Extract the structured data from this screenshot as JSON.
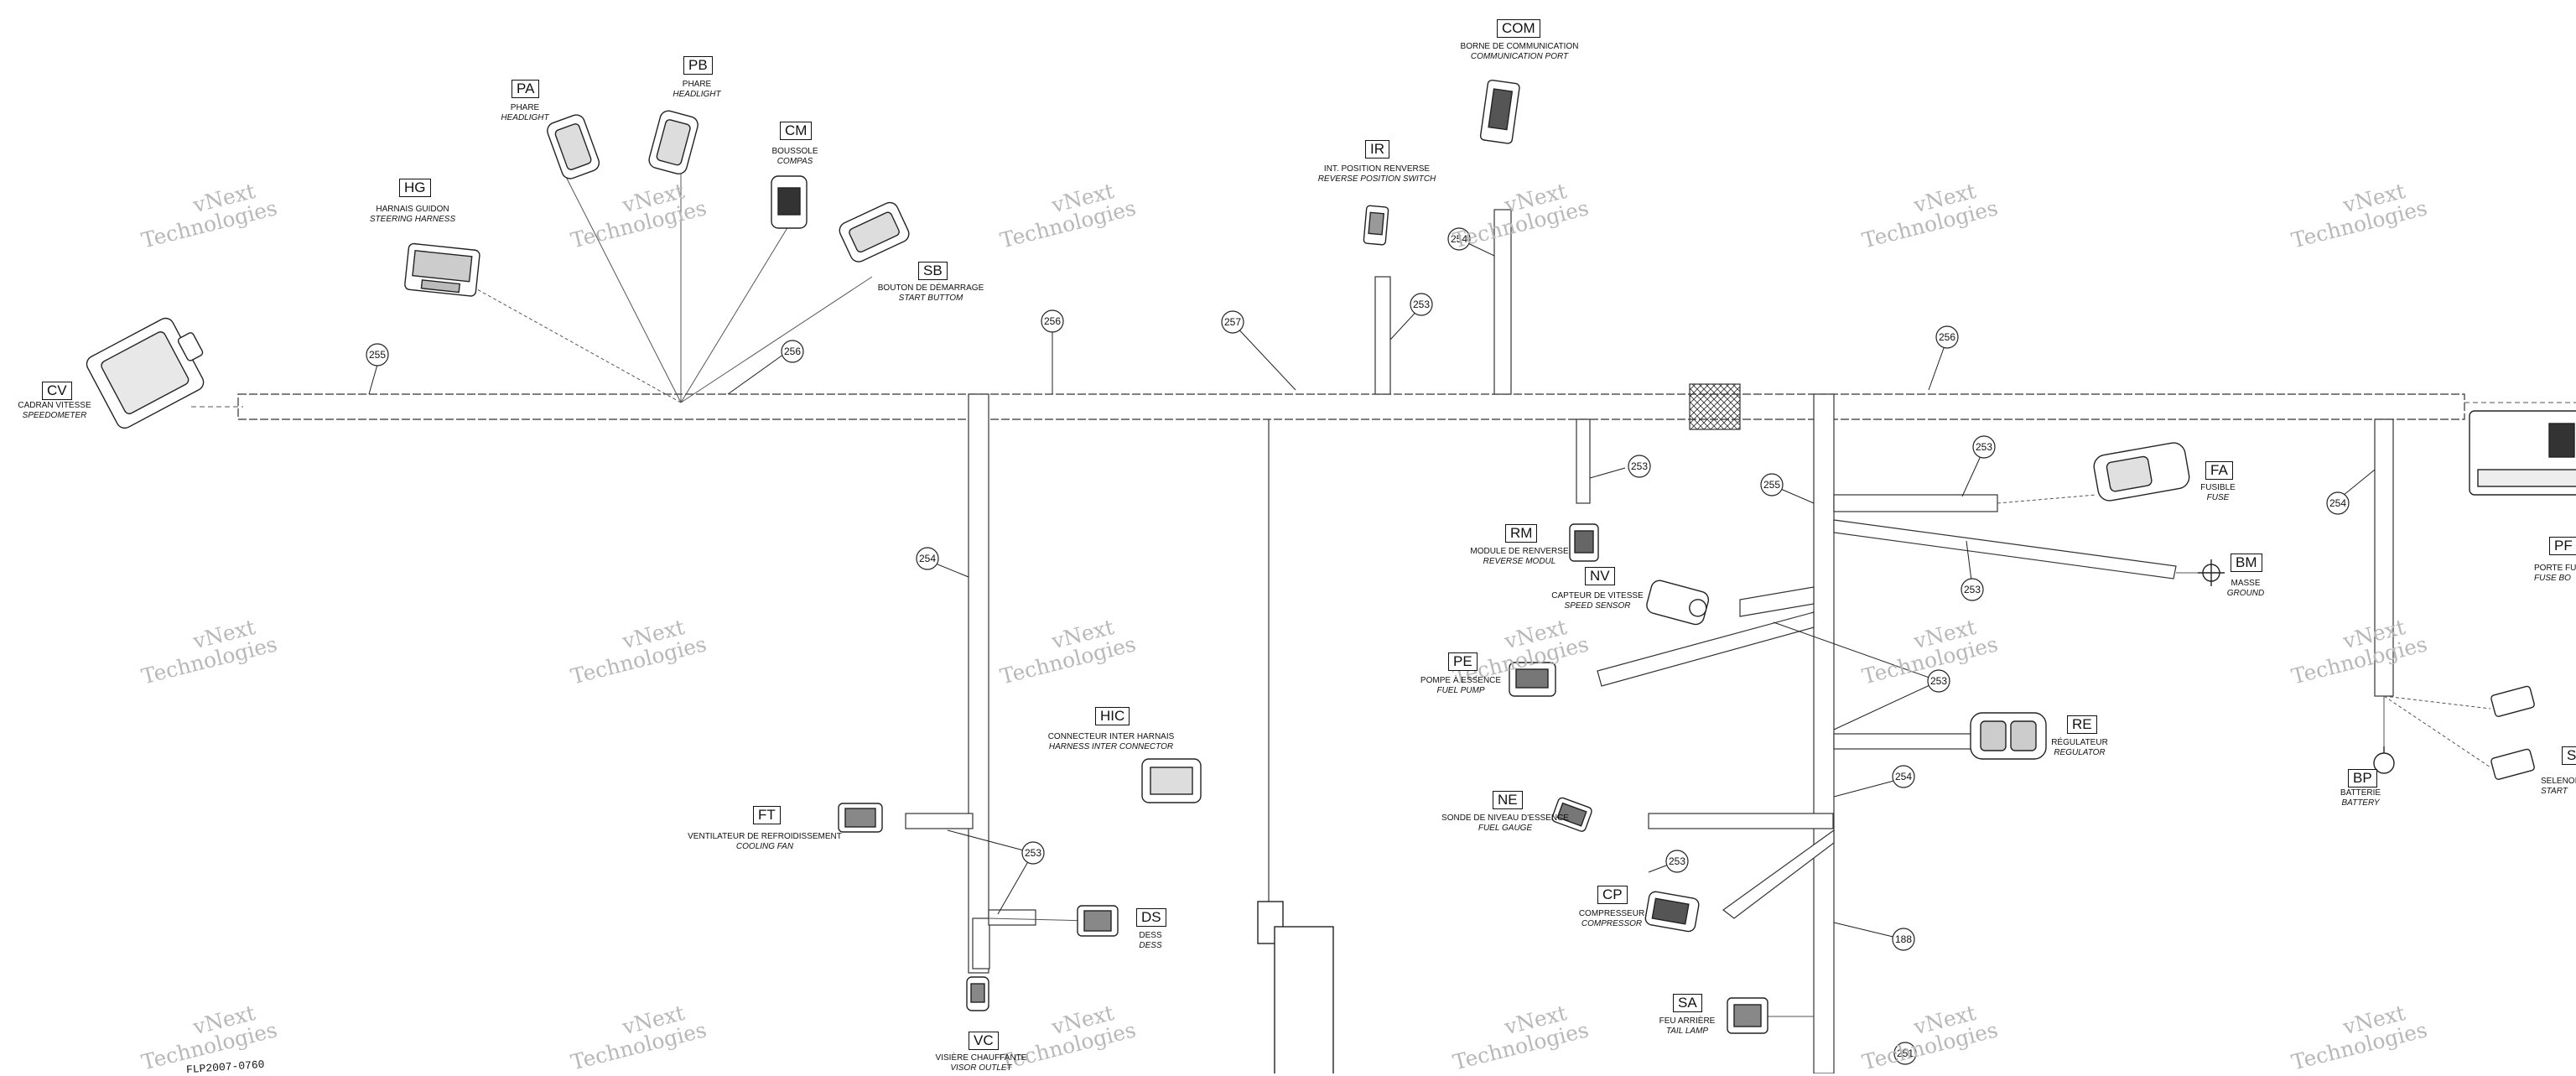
{
  "watermark": {
    "line1": "vNext",
    "line2": "Technologies"
  },
  "connectors": [
    {
      "code": "CV",
      "fr": "CADRAN VITESSE",
      "en": "SPEEDOMETER"
    },
    {
      "code": "HG",
      "fr": "HARNAIS GUIDON",
      "en": "STEERING HARNESS"
    },
    {
      "code": "PA",
      "fr": "PHARE",
      "en": "HEADLIGHT"
    },
    {
      "code": "PB",
      "fr": "PHARE",
      "en": "HEADLIGHT"
    },
    {
      "code": "CM",
      "fr": "BOUSSOLE",
      "en": "COMPAS"
    },
    {
      "code": "SB",
      "fr": "BOUTON DE DÉMARRAGE",
      "en": "START BUTTOM"
    },
    {
      "code": "COM",
      "fr": "BORNE DE COMMUNICATION",
      "en": "COMMUNICATION PORT"
    },
    {
      "code": "IR",
      "fr": "INT. POSITION RENVERSE",
      "en": "REVERSE POSITION SWITCH"
    },
    {
      "code": "FA",
      "fr": "FUSIBLE",
      "en": "FUSE"
    },
    {
      "code": "BM",
      "fr": "MASSE",
      "en": "GROUND"
    },
    {
      "code": "PF",
      "fr": "PORTE FUSI",
      "en": "FUSE BO"
    },
    {
      "code": "RM",
      "fr": "MODULE DE RENVERSE",
      "en": "REVERSE MODUL"
    },
    {
      "code": "NV",
      "fr": "CAPTEUR DE VITESSE",
      "en": "SPEED SENSOR"
    },
    {
      "code": "PE",
      "fr": "POMPE À ESSENCE",
      "en": "FUEL PUMP"
    },
    {
      "code": "RE",
      "fr": "RÉGULATEUR",
      "en": "REGULATOR"
    },
    {
      "code": "HIC",
      "fr": "CONNECTEUR INTER HARNAIS",
      "en": "HARNESS INTER CONNECTOR"
    },
    {
      "code": "FT",
      "fr": "VENTILATEUR DE REFROIDISSEMENT",
      "en": "COOLING FAN"
    },
    {
      "code": "DS",
      "fr": "DESS",
      "en": "DESS"
    },
    {
      "code": "NE",
      "fr": "SONDE DE NIVEAU D'ESSENCE",
      "en": "FUEL GAUGE"
    },
    {
      "code": "CP",
      "fr": "COMPRESSEUR",
      "en": "COMPRESSOR"
    },
    {
      "code": "BP",
      "fr": "BATTERIE",
      "en": "BATTERY"
    },
    {
      "code": "S",
      "fr": "SELENOIDE",
      "en": "START"
    },
    {
      "code": "SA",
      "fr": "FEU ARRIÈRE",
      "en": "TAIL LAMP"
    },
    {
      "code": "VC",
      "fr": "VISIÈRE CHAUFFANTE",
      "en": "VISOR OUTLET"
    }
  ],
  "wire_tags": [
    "255",
    "256",
    "256",
    "257",
    "253",
    "254",
    "256",
    "253",
    "255",
    "253",
    "253",
    "254",
    "254",
    "253",
    "253",
    "254",
    "253",
    "188",
    "253",
    "251"
  ],
  "corner_text": "FLP2007-0760"
}
